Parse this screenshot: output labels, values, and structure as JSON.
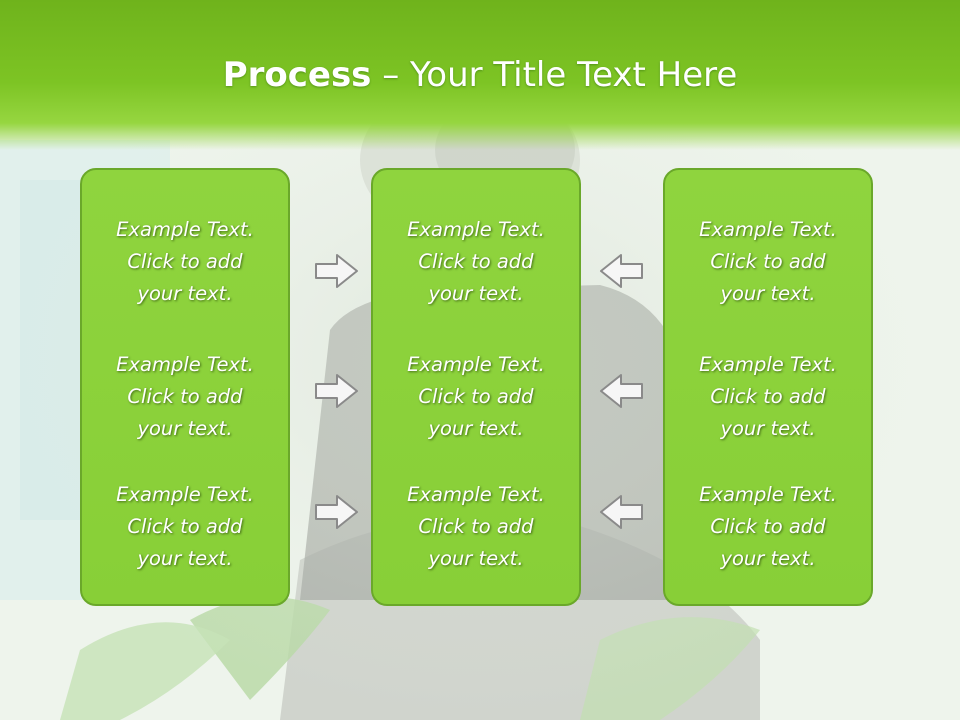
{
  "title": {
    "bold": "Process",
    "rest": " – Your Title Text Here"
  },
  "columns": [
    {
      "items": [
        [
          "Example Text.",
          "Click  to add",
          "your text."
        ],
        [
          "Example Text.",
          "Click  to add",
          "your text."
        ],
        [
          "Example Text.",
          "Click  to add",
          "your text."
        ]
      ]
    },
    {
      "items": [
        [
          "Example Text.",
          "Click  to add",
          "your text."
        ],
        [
          "Example Text.",
          "Click  to add",
          "your text."
        ],
        [
          "Example Text.",
          "Click  to add",
          "your text."
        ]
      ]
    },
    {
      "items": [
        [
          "Example Text.",
          "Click  to add",
          "your text."
        ],
        [
          "Example Text.",
          "Click  to add",
          "your text."
        ],
        [
          "Example Text.",
          "Click  to add",
          "your text."
        ]
      ]
    }
  ],
  "arrows": {
    "left_group": "arrow-right-icon",
    "right_group": "arrow-left-icon"
  },
  "colors": {
    "header": "#7dc424",
    "box": "#8ad239",
    "box_border": "#6aa82a",
    "arrow": "#8a8a8a"
  }
}
